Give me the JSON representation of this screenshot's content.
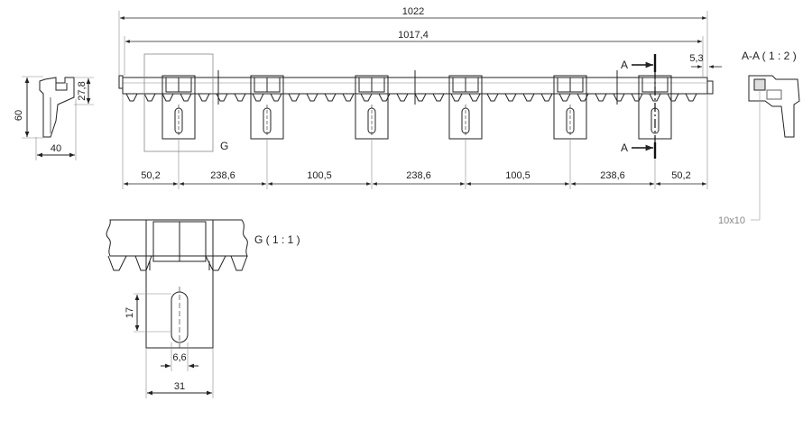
{
  "dimensions": {
    "overall_length": "1022",
    "inner_length": "1017,4",
    "end_offset": "5,3",
    "height": "60",
    "tooth_height": "27,8",
    "depth": "40",
    "spacing": [
      "50,2",
      "238,6",
      "100,5",
      "238,6",
      "100,5",
      "238,6",
      "50,2"
    ],
    "slot_length": "17",
    "slot_width": "6,6",
    "bracket_width": "31",
    "section_square": "10x10"
  },
  "labels": {
    "detail_marker": "G",
    "detail_title": "G ( 1 : 1 )",
    "section_title": "A-A ( 1 : 2 )",
    "section_mark_top": "A",
    "section_mark_bottom": "A"
  }
}
